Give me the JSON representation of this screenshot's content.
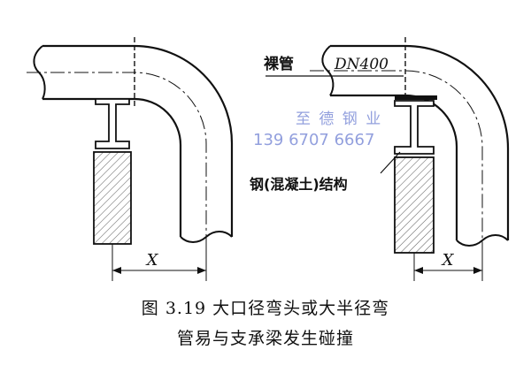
{
  "labels": {
    "bare_pipe": "裸管",
    "pipe_size": "DN400",
    "structure": "钢(混凝土)结构",
    "dim_left": "X",
    "dim_right": "X"
  },
  "watermark": {
    "line1": "至 德 钢 业",
    "line2": "139 6707 6667"
  },
  "caption": {
    "line1": "图 3.19   大口径弯头或大半径弯",
    "line2": "管易与支承梁发生碰撞"
  },
  "colors": {
    "ink": "#111111",
    "watermark": "#7f8fd8"
  }
}
